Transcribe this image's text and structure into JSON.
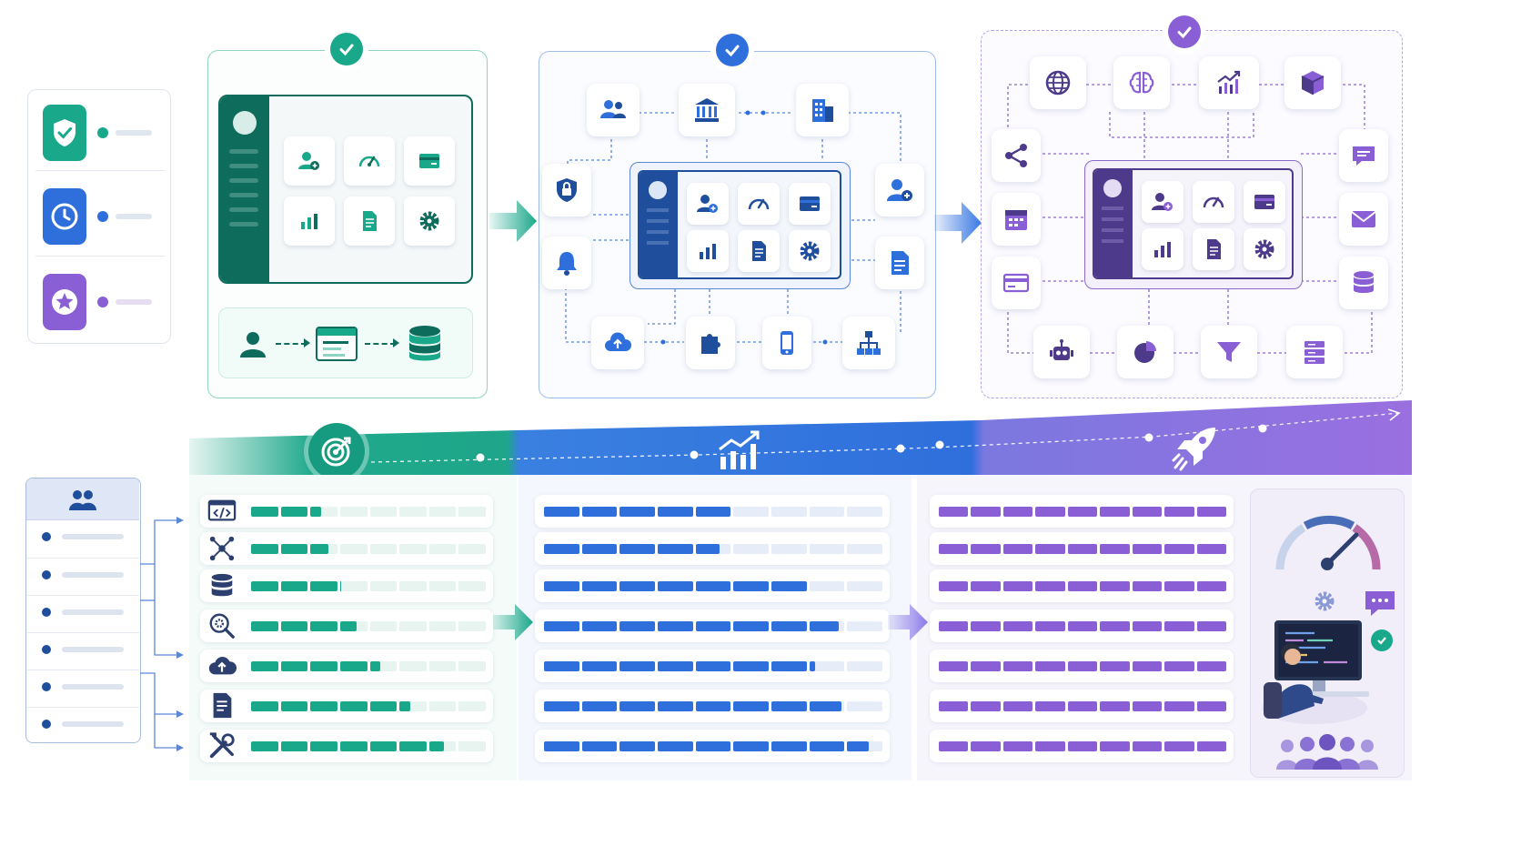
{
  "colors": {
    "green": "#1aa88a",
    "green_dark": "#0e6c5c",
    "blue": "#2f6fdc",
    "blue_dark": "#1f4f9c",
    "purple": "#8a5fd6",
    "purple_dark": "#4d3a8a"
  },
  "legend": [
    {
      "icon": "shield-check-icon",
      "color": "#1aa88a",
      "dot": "#1aa88a"
    },
    {
      "icon": "clock-icon",
      "color": "#2f6fdc",
      "dot": "#2f6fdc"
    },
    {
      "icon": "star-icon",
      "color": "#8a5fd6",
      "dot": "#8a5fd6"
    }
  ],
  "stages": [
    {
      "name": "stage-1",
      "badge_icon": "check-icon",
      "style": "solid",
      "color": "#1aa88a"
    },
    {
      "name": "stage-2",
      "badge_icon": "check-icon",
      "style": "solid",
      "color": "#2f6fdc"
    },
    {
      "name": "stage-3",
      "badge_icon": "check-icon",
      "style": "dashed",
      "color": "#8a5fd6"
    }
  ],
  "dashboard_tiles": [
    "add-user-icon",
    "gauge-icon",
    "credit-card-icon",
    "bar-chart-icon",
    "document-icon",
    "gear-icon"
  ],
  "stage1_flow": [
    "user-icon",
    "browser-window-icon",
    "database-icon"
  ],
  "stage2_icons": [
    "users-icon",
    "bank-icon",
    "office-building-icon",
    "shield-lock-icon",
    "bell-icon",
    "add-user-icon",
    "document-icon",
    "cloud-upload-icon",
    "puzzle-icon",
    "mobile-phone-icon",
    "hierarchy-icon"
  ],
  "stage3_icons": [
    "globe-icon",
    "brain-icon",
    "growth-chart-icon",
    "cube-icon",
    "share-icon",
    "calendar-icon",
    "payment-card-icon",
    "chat-icon",
    "mail-icon",
    "database-icon",
    "robot-icon",
    "pie-chart-icon",
    "funnel-icon",
    "server-icon"
  ],
  "roadmap": {
    "header_icons": [
      "target-icon",
      "growth-chart-icon",
      "rocket-icon"
    ],
    "left_list_icon": "team-icon",
    "left_list_count": 6,
    "rows": [
      {
        "icon": "code-icon",
        "green": 0.3,
        "blue": 0.55,
        "purple": 1.0
      },
      {
        "icon": "network-icon",
        "green": 0.33,
        "blue": 0.52,
        "purple": 1.0
      },
      {
        "icon": "database-icon",
        "green": 0.38,
        "blue": 0.78,
        "purple": 1.0
      },
      {
        "icon": "search-gear-icon",
        "green": 0.45,
        "blue": 0.87,
        "purple": 1.0
      },
      {
        "icon": "cloud-upload-icon",
        "green": 0.55,
        "blue": 0.8,
        "purple": 1.0
      },
      {
        "icon": "report-icon",
        "green": 0.68,
        "blue": 0.88,
        "purple": 1.0
      },
      {
        "icon": "tools-icon",
        "green": 0.82,
        "blue": 0.96,
        "purple": 1.0
      }
    ],
    "panel_icons": [
      "speedometer-icon",
      "gear-icon",
      "chat-icon",
      "check-icon",
      "developer-icon",
      "team-icon"
    ]
  }
}
